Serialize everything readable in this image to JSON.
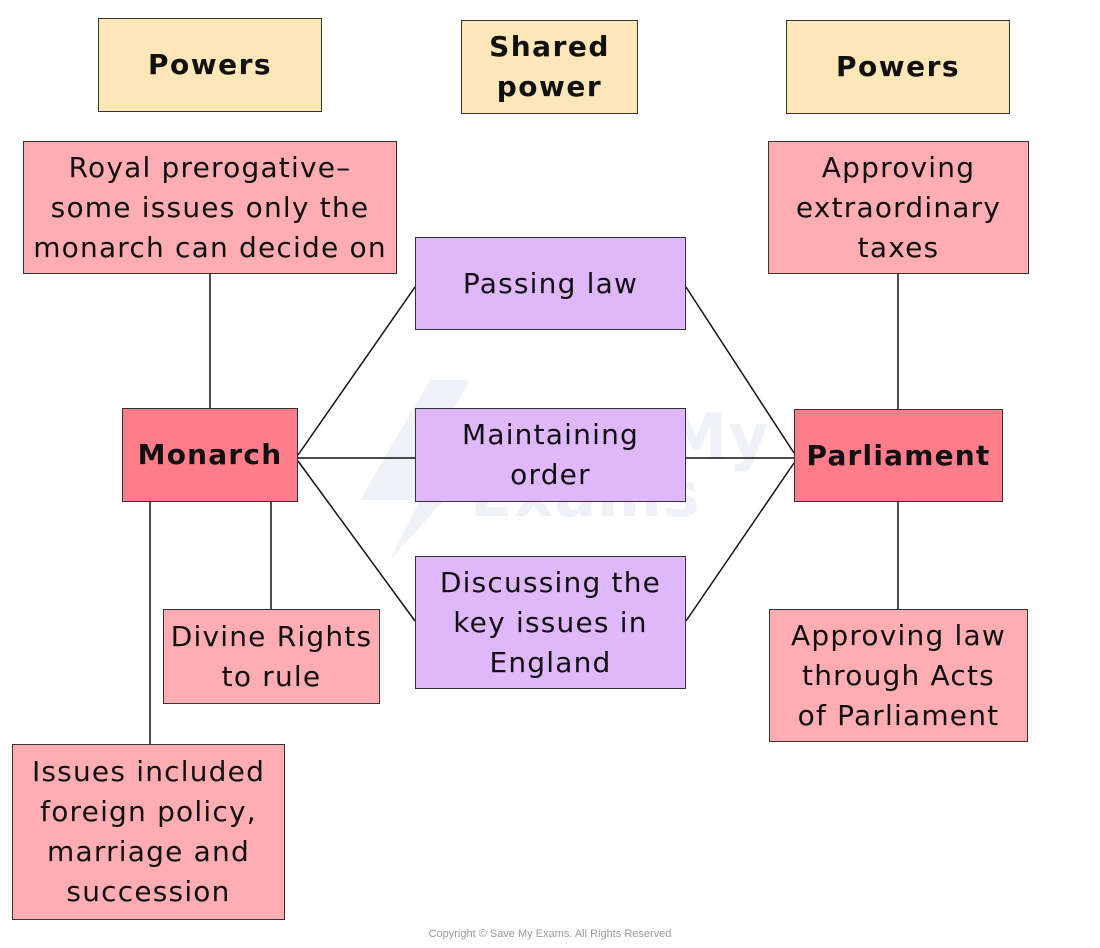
{
  "headers": {
    "left": "Powers",
    "center": "Shared\npower",
    "right": "Powers"
  },
  "monarch": {
    "label": "Monarch",
    "prerogative": "Royal prerogative–\nsome issues only the\nmonarch can decide on",
    "divine_rights": "Divine Rights\nto rule",
    "issues": "Issues included\nforeign policy,\nmarriage and\nsuccession"
  },
  "parliament": {
    "label": "Parliament",
    "taxes": "Approving\nextraordinary\ntaxes",
    "acts": "Approving law\nthrough Acts\nof Parliament"
  },
  "shared_powers": {
    "passing_law": "Passing law",
    "maintaining_order": "Maintaining\norder",
    "discussing_issues": "Discussing the\nkey issues in\nEngland"
  },
  "watermark": "Save My\nExams",
  "copyright": "Copyright © Save My Exams. All Rights Reserved",
  "colors": {
    "header_fill": "#fde6b8",
    "power_fill": "#ffadb3",
    "shared_fill": "#deb8fb",
    "central_fill": "#ff7d8a"
  }
}
